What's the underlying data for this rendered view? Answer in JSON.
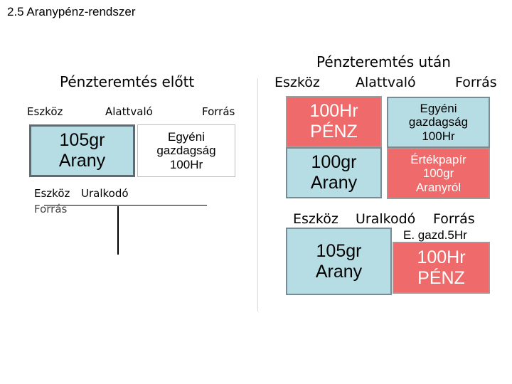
{
  "slide_title": "2.5 Aranypénz-rendszer",
  "before": {
    "title": "Pénzteremtés előtt",
    "headers": {
      "asset": "Eszköz",
      "subject": "Alattvaló",
      "source": "Forrás"
    },
    "asset_box": "105gr\nArany",
    "source_box": "Egyéni\ngazdagság\n100Hr",
    "ruler": {
      "asset": "Eszköz",
      "ruler": "Uralkodó",
      "source": "Forrás"
    }
  },
  "after": {
    "title": "Pénzteremtés után",
    "headers": {
      "asset": "Eszköz",
      "subject": "Alattvaló",
      "source": "Forrás"
    },
    "asset_money": "100Hr\nPÉNZ",
    "asset_gold": "100gr\nArany",
    "source_wealth": "Egyéni\ngazdagság\n100Hr",
    "source_security": "Értékpapír\n100gr\nAranyról",
    "ruler": {
      "asset": "Eszköz",
      "ruler": "Uralkodó",
      "source": "Forrás"
    },
    "ruler_asset_box": "105gr\nArany",
    "ruler_source_label": "E. gazd.5Hr",
    "ruler_source_box": "100Hr\nPÉNZ"
  },
  "colors": {
    "asset_blue": "#b6dde4",
    "money_red": "#ef6b6b",
    "border_gray": "#606a72"
  }
}
